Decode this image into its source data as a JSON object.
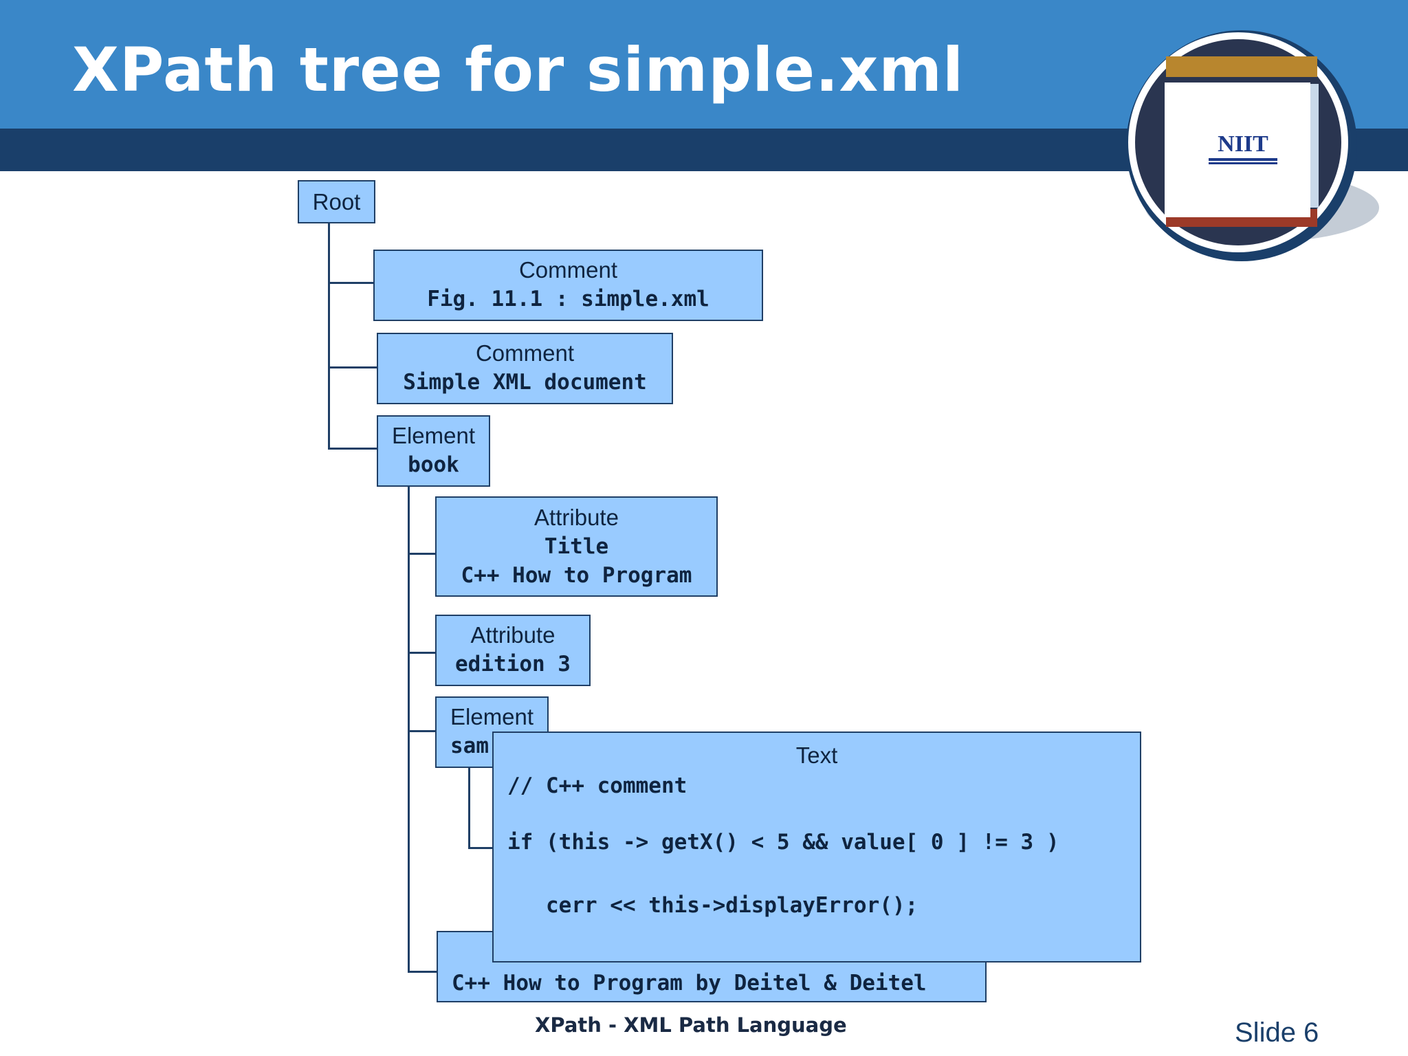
{
  "slide": {
    "title": "XPath tree for simple.xml",
    "footer": "XPath - XML Path Language",
    "slide_number": "Slide 6",
    "logo_text": "NIIT"
  },
  "tree": {
    "root": {
      "label": "Root"
    },
    "comment1": {
      "type": "Comment",
      "value": "Fig. 11.1 : simple.xml"
    },
    "comment2": {
      "type": "Comment",
      "value": "Simple XML document"
    },
    "element_book": {
      "type": "Element",
      "value": "book"
    },
    "attr_title": {
      "type": "Attribute",
      "name": "Title",
      "value": "C++ How to Program"
    },
    "attr_edition": {
      "type": "Attribute",
      "value": "edition 3"
    },
    "element_sample": {
      "type": "Element",
      "value": "sam"
    },
    "text_node": {
      "type": "Text",
      "lines": [
        "// C++ comment",
        "if (this -> getX() < 5 && value[ 0 ] != 3 )",
        "   cerr << this->displayError();"
      ]
    },
    "text_book": {
      "value": "C++ How to Program by Deitel & Deitel"
    }
  },
  "colors": {
    "header_blue": "#3a87c8",
    "header_dark": "#1a3f6a",
    "node_fill": "#99cbff",
    "node_border": "#1f3f66"
  }
}
